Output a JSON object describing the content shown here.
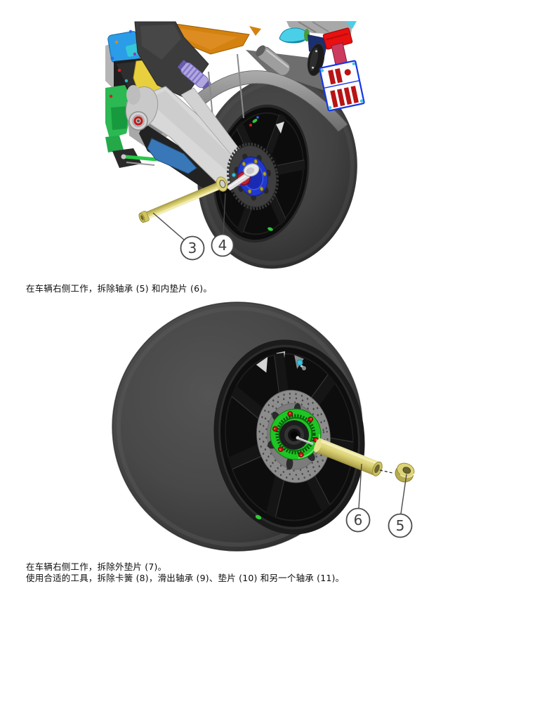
{
  "instructions": {
    "step1": "在车辆右侧工作，拆除轴承 (5) 和内垫片 (6)。",
    "step2_line1": "在车辆右侧工作，拆除外垫片 (7)。",
    "step2_line2": "使用合适的工具，拆除卡簧 (8)，滑出轴承 (9)、垫片 (10) 和另一个轴承 (11)。"
  },
  "figure1": {
    "callouts": [
      {
        "label": "3"
      },
      {
        "label": "4"
      }
    ]
  },
  "figure2": {
    "callouts": [
      {
        "label": "6"
      },
      {
        "label": "5"
      }
    ]
  },
  "colors": {
    "axle_yellow": "#ddd478",
    "sprocket_carrier_blue": "#2038cc",
    "hub_nut_red": "#c22232",
    "phonic_ring_green": "#1ec524",
    "phonic_bolt_red": "#c41414",
    "plate_frame_blue": "#1535e8",
    "plate_bar_red": "#b81414",
    "tail_light_red": "#e81010",
    "turn_signal_cyan": "#49d0e8",
    "subframe_orange": "#d4820f"
  }
}
